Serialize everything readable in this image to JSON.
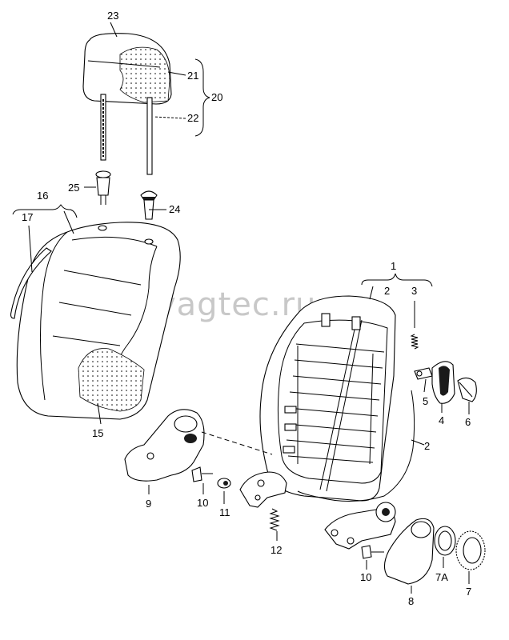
{
  "watermark": "vagtec.ru",
  "callouts": {
    "c23": "23",
    "c21": "21",
    "c20": "20",
    "c22": "22",
    "c25": "25",
    "c24": "24",
    "c16": "16",
    "c17": "17",
    "c15": "15",
    "c1": "1",
    "c2a": "2",
    "c3": "3",
    "c5": "5",
    "c4": "4",
    "c6": "6",
    "c2b": "2",
    "c9": "9",
    "c10a": "10",
    "c11": "11",
    "c12": "12",
    "c10b": "10",
    "c8": "8",
    "c7a": "7A",
    "c7": "7"
  }
}
